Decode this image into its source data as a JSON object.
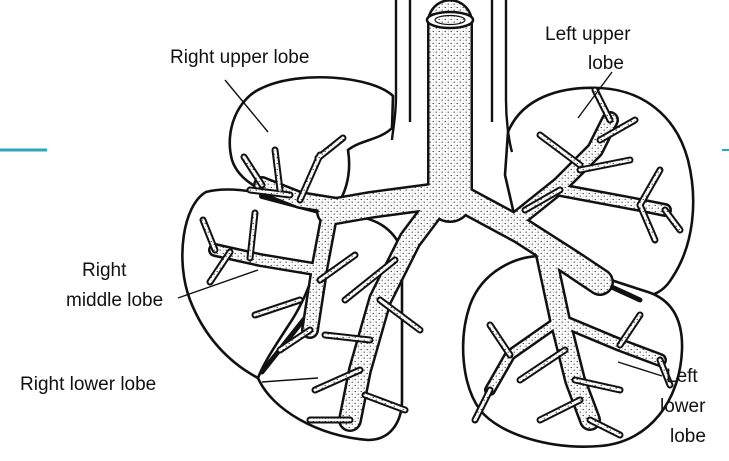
{
  "diagram": {
    "labels": {
      "right_upper_lobe": "Right upper lobe",
      "left_upper_lobe_line1": "Left upper",
      "left_upper_lobe_line2": "lobe",
      "right_middle_lobe_line1": "Right",
      "right_middle_lobe_line2": "middle lobe",
      "right_lower_lobe": "Right lower lobe",
      "left_lower_lobe_line1": "Left",
      "left_lower_lobe_line2": "lower",
      "left_lower_lobe_line3": "lobe"
    }
  },
  "colors": {
    "accent_line": "#2aa8b8",
    "ink": "#111111",
    "stipple": "#d6d6d6"
  }
}
